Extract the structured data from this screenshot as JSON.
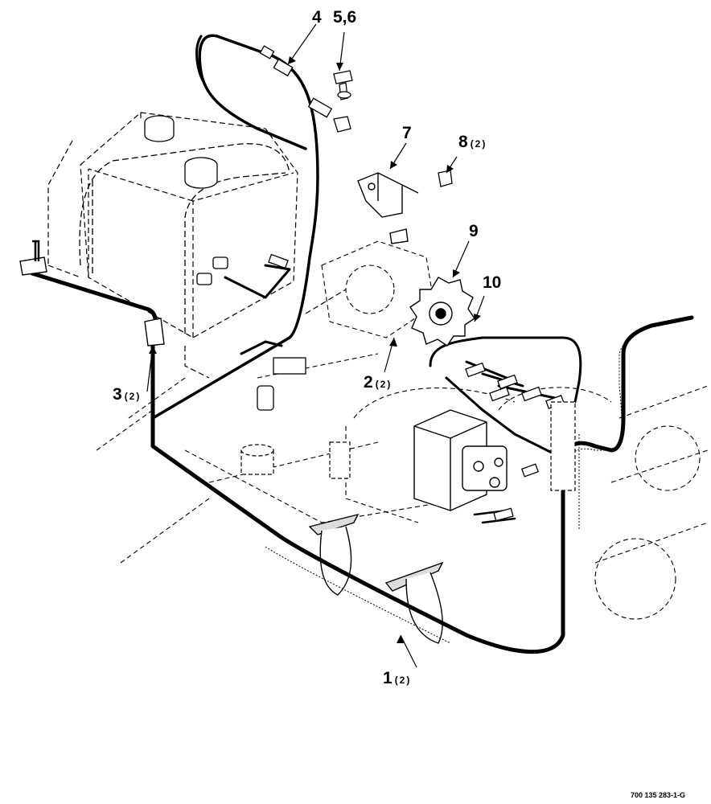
{
  "diagram": {
    "callouts": [
      {
        "id": "c1",
        "number": "1",
        "qty": "(2)"
      },
      {
        "id": "c2",
        "number": "2",
        "qty": "(2)"
      },
      {
        "id": "c3",
        "number": "3",
        "qty": "(2)"
      },
      {
        "id": "c4",
        "number": "4",
        "qty": ""
      },
      {
        "id": "c56",
        "number": "5,6",
        "qty": ""
      },
      {
        "id": "c7",
        "number": "7",
        "qty": ""
      },
      {
        "id": "c8",
        "number": "8",
        "qty": "(2)"
      },
      {
        "id": "c9",
        "number": "9",
        "qty": ""
      },
      {
        "id": "c10",
        "number": "10",
        "qty": ""
      }
    ],
    "drawing_number": "700 135 283-1-G"
  }
}
